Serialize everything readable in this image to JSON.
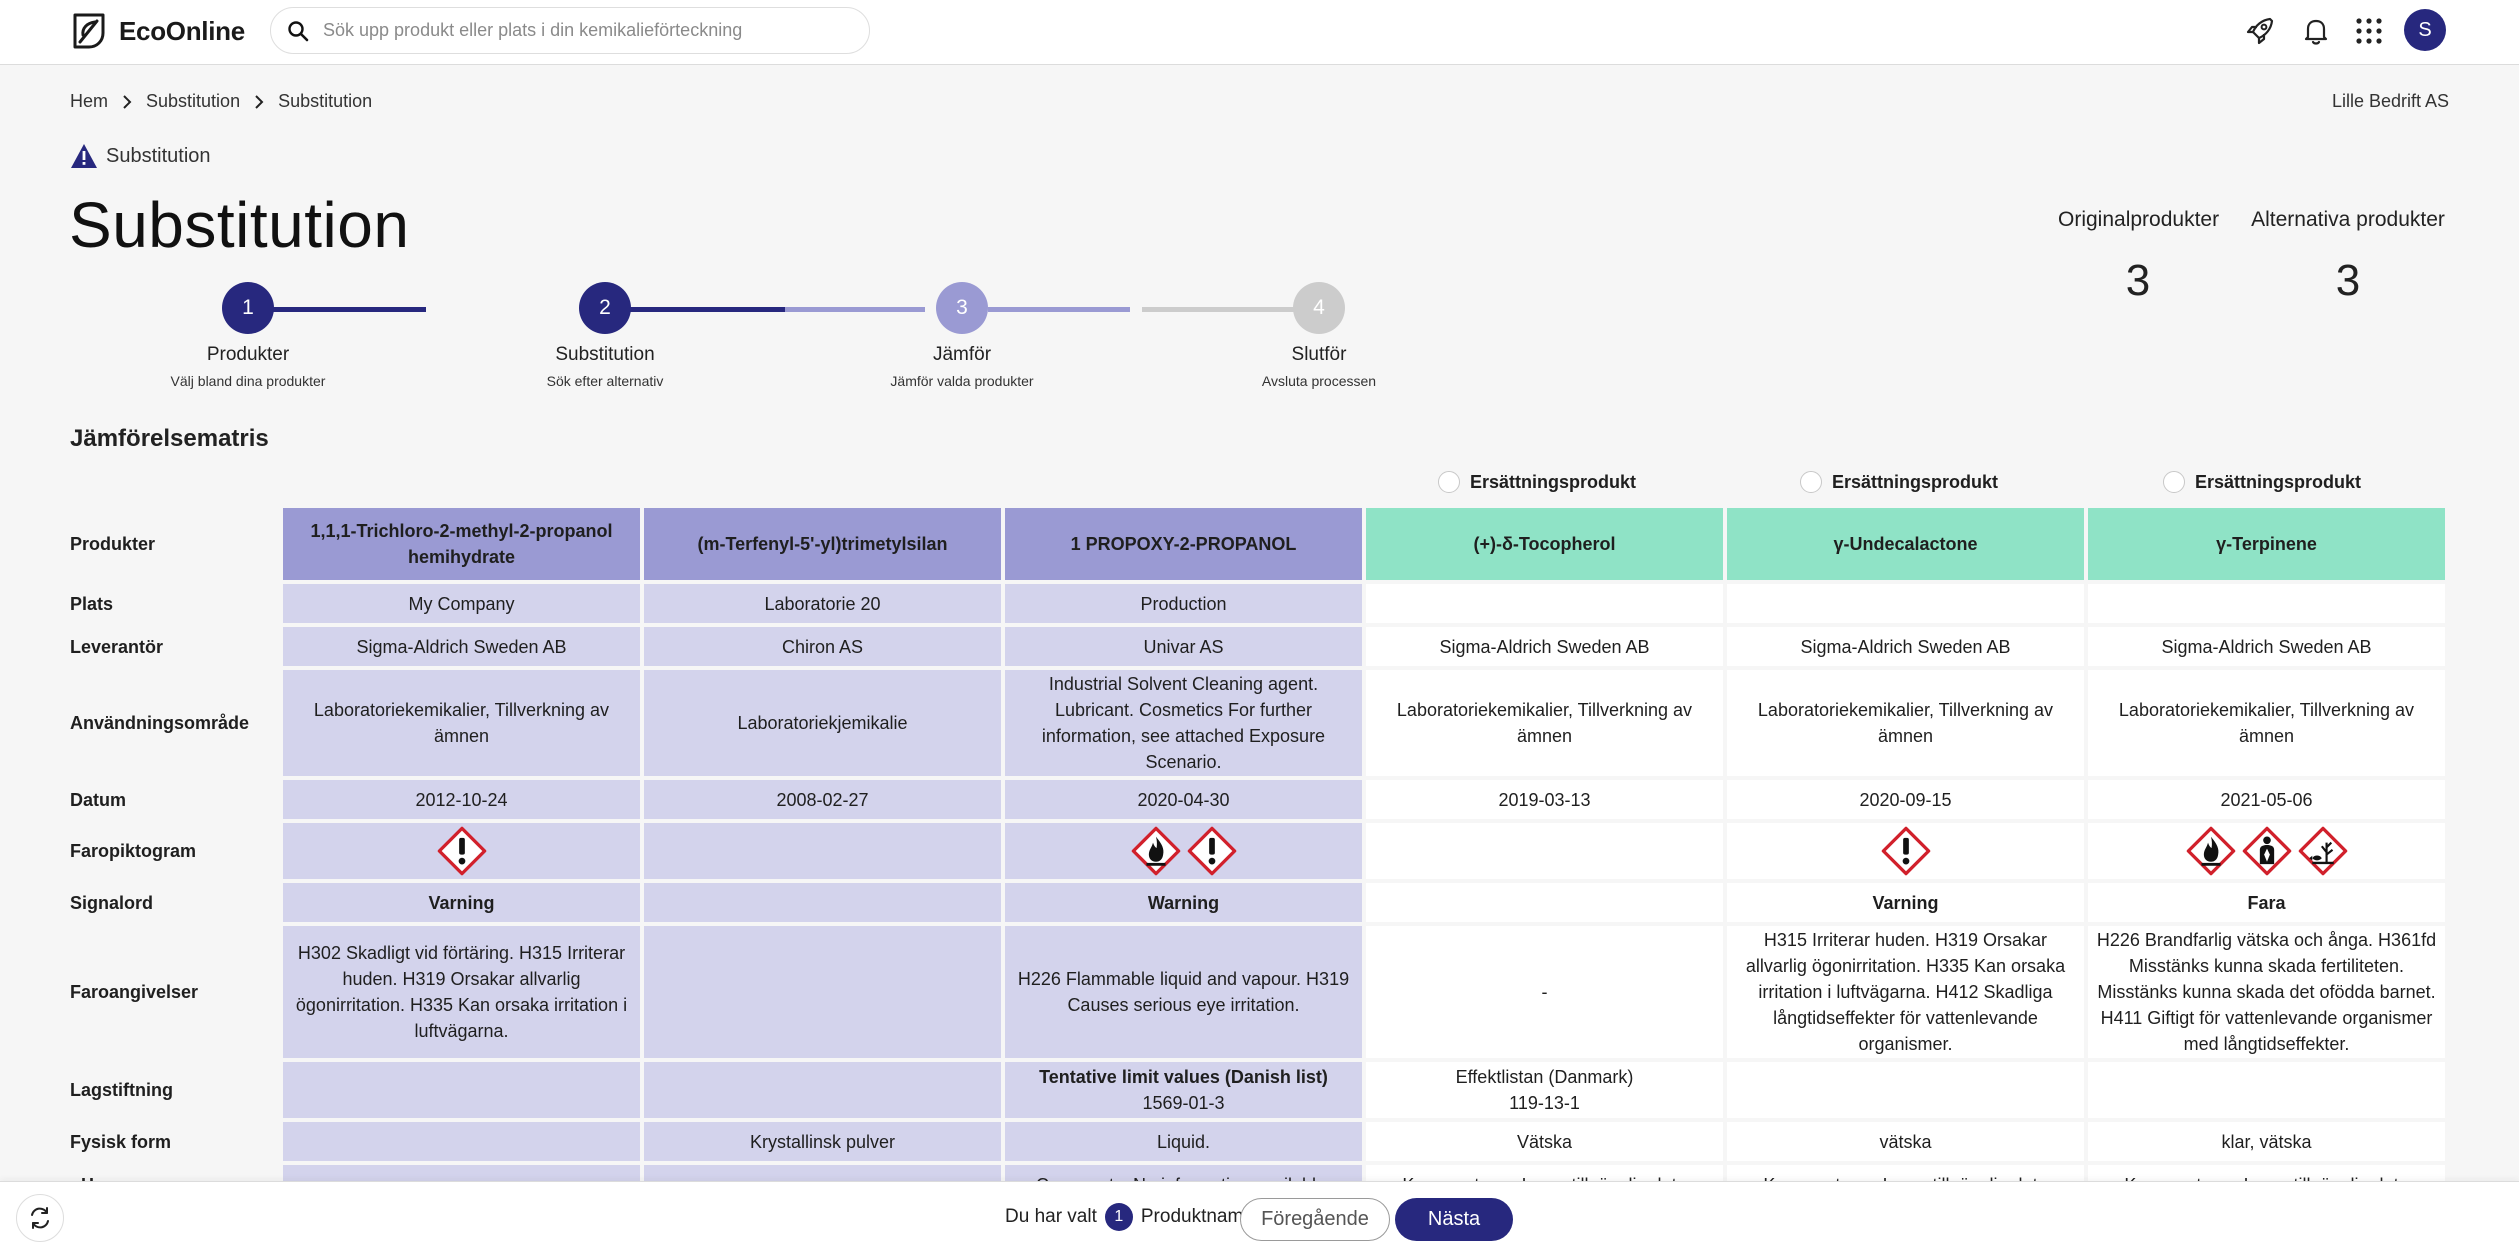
{
  "app": {
    "name": "EcoOnline"
  },
  "search": {
    "placeholder": "Sök upp produkt eller plats i din kemikalieförteckning"
  },
  "user": {
    "initial": "S"
  },
  "breadcrumb": [
    "Hem",
    "Substitution",
    "Substitution"
  ],
  "company": "Lille Bedrift AS",
  "page_tag": "Substitution",
  "page_title": "Substitution",
  "counts": {
    "original": {
      "label": "Originalprodukter",
      "value": "3"
    },
    "alternative": {
      "label": "Alternativa produkter",
      "value": "3"
    }
  },
  "steps": [
    {
      "num": "1",
      "label": "Produkter",
      "sub": "Välj bland dina produkter",
      "state": "done"
    },
    {
      "num": "2",
      "label": "Substitution",
      "sub": "Sök efter alternativ",
      "state": "done"
    },
    {
      "num": "3",
      "label": "Jämför",
      "sub": "Jämför valda produkter",
      "state": "active"
    },
    {
      "num": "4",
      "label": "Slutför",
      "sub": "Avsluta processen",
      "state": "todo"
    }
  ],
  "colors": {
    "primary": "#27287e",
    "step_active": "#9a9ad3",
    "step_todo": "#cccccc",
    "original": "#d3d3ec",
    "original_header": "#9a9ad3",
    "alternative_header": "#8fe3c6"
  },
  "matrix": {
    "title": "Jämförelsematris",
    "radio_label": "Ersättningsprodukt",
    "row_labels": {
      "products": "Produkter",
      "location": "Plats",
      "supplier": "Leverantör",
      "usage": "Användningsområde",
      "date": "Datum",
      "pictograms": "Faropiktogram",
      "signal": "Signalord",
      "hazards": "Faroangivelser",
      "legislation": "Lagstiftning",
      "form": "Fysisk form",
      "ph": "pH"
    },
    "columns": [
      {
        "kind": "orig",
        "product": "1,1,1-Trichloro-2-methyl-2-propanol hemihydrate",
        "location": "My Company",
        "supplier": "Sigma-Aldrich Sweden AB",
        "usage": "Laboratoriekemikalier, Tillverkning av ämnen",
        "date": "2012-10-24",
        "pictograms": [
          "exclamation-pictogram"
        ],
        "signal": "Varning",
        "hazards": "H302 Skadligt vid förtäring. H315 Irriterar huden. H319 Orsakar allvarlig ögonirritation. H335 Kan orsaka irritation i luftvägarna.",
        "legislation_title": "",
        "legislation_value": "",
        "form": "",
        "ph": ""
      },
      {
        "kind": "orig",
        "product": "(m-Terfenyl-5'-yl)trimetylsilan",
        "location": "Laboratorie 20",
        "supplier": "Chiron AS",
        "usage": "Laboratoriekjemikalie",
        "date": "2008-02-27",
        "pictograms": [],
        "signal": "",
        "hazards": "",
        "legislation_title": "",
        "legislation_value": "",
        "form": "Krystallinsk pulver",
        "ph": ""
      },
      {
        "kind": "orig",
        "product": "1 PROPOXY-2-PROPANOL",
        "location": "Production",
        "supplier": "Univar AS",
        "usage": "Industrial Solvent Cleaning agent. Lubricant. Cosmetics For further information, see attached Exposure Scenario.",
        "date": "2020-04-30",
        "pictograms": [
          "flame-pictogram",
          "exclamation-pictogram"
        ],
        "signal": "Warning",
        "hazards": "H226 Flammable liquid and vapour. H319 Causes serious eye irritation.",
        "legislation_title": "Tentative limit values (Danish list)",
        "legislation_value": "1569-01-3",
        "form": "Liquid.",
        "ph": "Comments: No information available."
      },
      {
        "kind": "alt",
        "product": "(+)-δ-Tocopherol",
        "location": "",
        "supplier": "Sigma-Aldrich Sweden AB",
        "usage": "Laboratoriekemikalier, Tillverkning av ämnen",
        "date": "2019-03-13",
        "pictograms": [],
        "signal": "",
        "hazards": "-",
        "legislation_title": "Effektlistan (Danmark)",
        "legislation_value": "119-13-1",
        "form": "Vätska",
        "ph": "Kommentarer: Ingen tillgänglig data"
      },
      {
        "kind": "alt",
        "product": "γ-Undecalactone",
        "location": "",
        "supplier": "Sigma-Aldrich Sweden AB",
        "usage": "Laboratoriekemikalier, Tillverkning av ämnen",
        "date": "2020-09-15",
        "pictograms": [
          "exclamation-pictogram"
        ],
        "signal": "Varning",
        "hazards": "H315 Irriterar huden. H319 Orsakar allvarlig ögonirritation. H335 Kan orsaka irritation i luftvägarna. H412 Skadliga långtidseffekter för vattenlevande organismer.",
        "legislation_title": "",
        "legislation_value": "",
        "form": "vätska",
        "ph": "Kommentarer: Ingen tillgänglig data"
      },
      {
        "kind": "alt",
        "product": "γ-Terpinene",
        "location": "",
        "supplier": "Sigma-Aldrich Sweden AB",
        "usage": "Laboratoriekemikalier, Tillverkning av ämnen",
        "date": "2021-05-06",
        "pictograms": [
          "flame-pictogram",
          "health-hazard-pictogram",
          "environment-pictogram"
        ],
        "signal": "Fara",
        "hazards": "H226 Brandfarlig vätska och ånga. H361fd Misstänks kunna skada fertiliteten. Misstänks kunna skada det ofödda barnet. H411 Giftigt för vattenlevande organismer med långtidseffekter.",
        "legislation_title": "",
        "legislation_value": "",
        "form": "klar, vätska",
        "ph": "Kommentarer: Ingen tillgänglig data"
      }
    ]
  },
  "footer": {
    "selected_prefix": "Du har valt",
    "selected_count": "1",
    "selected_suffix": "Produktnamn",
    "prev": "Föregående",
    "next": "Nästa"
  }
}
